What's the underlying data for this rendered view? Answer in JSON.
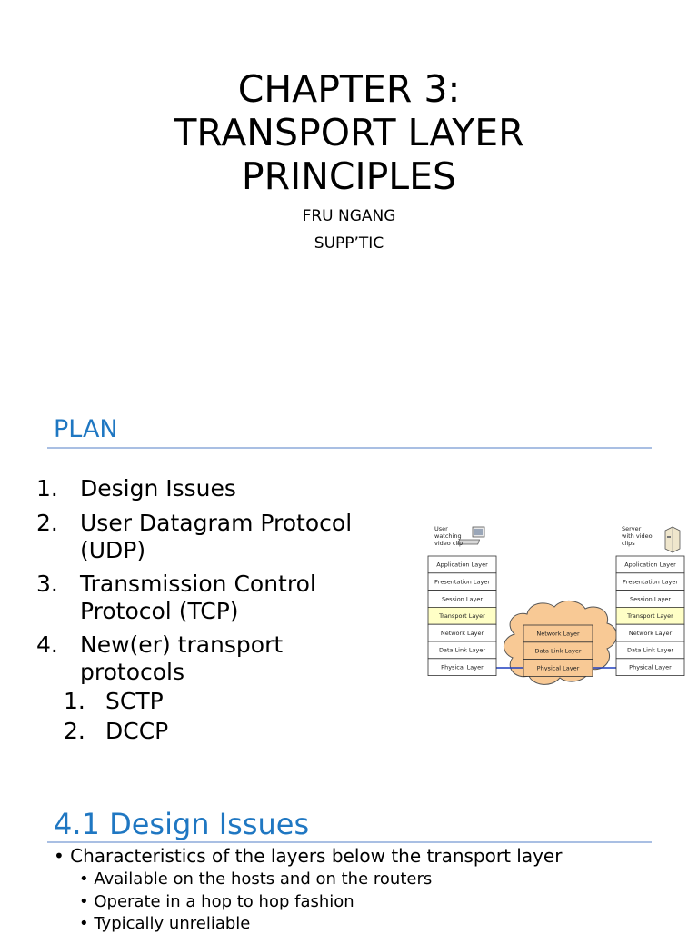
{
  "slide1": {
    "title_lines": [
      "CHAPTER 3:",
      "TRANSPORT LAYER",
      "PRINCIPLES"
    ],
    "author": "FRU NGANG",
    "organization": "SUPP’TIC"
  },
  "slide2": {
    "heading": "PLAN",
    "items": [
      {
        "num": "1.",
        "lines": [
          "Design Issues"
        ]
      },
      {
        "num": "2.",
        "lines": [
          "User Datagram Protocol",
          "(UDP)"
        ]
      },
      {
        "num": "3.",
        "lines": [
          "Transmission Control",
          "Protocol (TCP)"
        ]
      },
      {
        "num": "4.",
        "lines": [
          "New(er) transport",
          "protocols"
        ]
      }
    ],
    "subitems": [
      {
        "num": "1.",
        "label": "SCTP"
      },
      {
        "num": "2.",
        "label": "DCCP"
      }
    ],
    "diagram": {
      "left_caption": [
        "User",
        "watching",
        "video clip"
      ],
      "right_caption": [
        "Server",
        "with video",
        "clips"
      ],
      "host_layers": [
        "Application Layer",
        "Presentation Layer",
        "Session Layer",
        "Transport Layer",
        "Network Layer",
        "Data Link Layer",
        "Physical Layer"
      ],
      "router_layers": [
        "Network Layer",
        "Data Link Layer",
        "Physical Layer"
      ],
      "highlight_layer": "Transport Layer",
      "colors": {
        "cloud": "#f8c995",
        "highlight": "#ffffc6",
        "link": "#1f3fbf"
      }
    }
  },
  "slide3": {
    "heading": "4.1 Design Issues",
    "bullet": "Characteristics of the layers below the transport layer",
    "subbullets": [
      "Available on the hosts and on the routers",
      "Operate in a hop to hop fashion",
      "Typically unreliable"
    ]
  }
}
